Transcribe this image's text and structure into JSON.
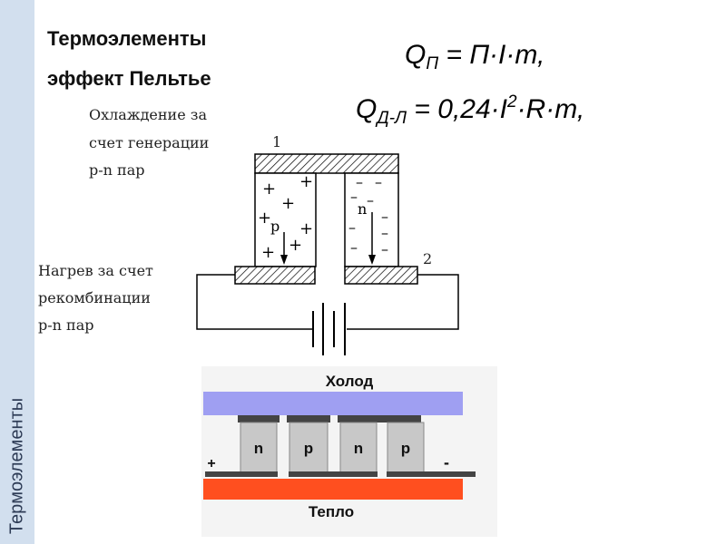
{
  "sidebar": {
    "label": "Термоэлементы"
  },
  "title": {
    "line1": "Термоэлементы",
    "line2": "эффект Пельтье"
  },
  "formula1": {
    "q": "Q",
    "sub": "П",
    "rhs": " = П·I·т,"
  },
  "formula2": {
    "q": "Q",
    "sub": "Д-Л",
    "rhs_a": " = 0,24·I",
    "sup": "2",
    "rhs_b": "·R·т,"
  },
  "upper_diagram": {
    "cooling_label": [
      "Охлаждение за",
      "счет генерации",
      "p-n пар"
    ],
    "heating_label": [
      "Нагрев за счет",
      "рекомбинации",
      "p-n пар"
    ],
    "label_1": "1",
    "label_2": "2",
    "p_letter": "p",
    "n_letter": "n",
    "plus": "+",
    "minus": "–"
  },
  "lower_diagram": {
    "cold": "Холод",
    "heat": "Тепло",
    "legs": [
      "n",
      "p",
      "n",
      "p"
    ],
    "plus": "+",
    "minus": "-",
    "cold_color": "#9f9ff2",
    "heat_color": "#ff4f1f",
    "leg_color": "#c8c8c8"
  }
}
